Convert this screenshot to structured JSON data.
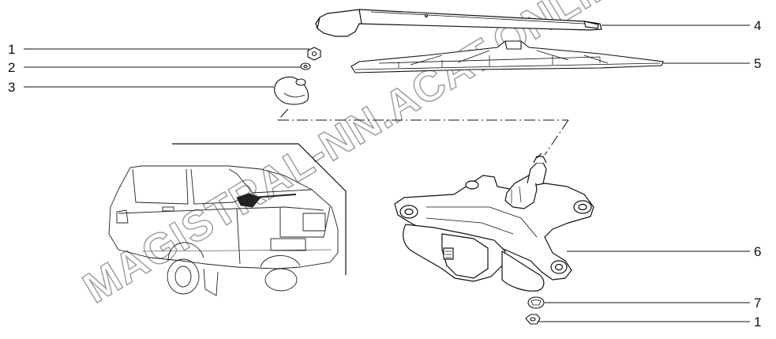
{
  "diagram": {
    "callouts_left": [
      "1",
      "2",
      "3"
    ],
    "callouts_right": [
      "4",
      "5",
      "6",
      "7",
      "1"
    ]
  },
  "watermark": "MAGISTRAL-NN.ACAT.ONLINE",
  "colors": {
    "line": "#111111",
    "watermark": "#9a9a9a",
    "background": "#ffffff"
  }
}
